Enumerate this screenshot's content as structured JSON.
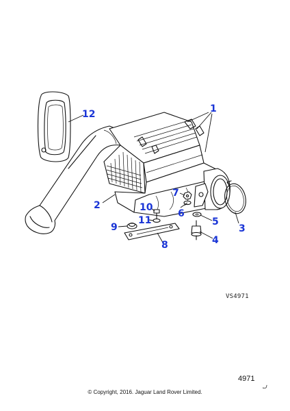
{
  "diagram": {
    "callouts": [
      "1",
      "2",
      "3",
      "4",
      "5",
      "6",
      "7",
      "8",
      "9",
      "10",
      "11",
      "12"
    ],
    "reference_code": "VS4971",
    "page_number": "4971"
  },
  "footer": {
    "copyright": "© Copyright, 2016. Jaguar Land Rover Limited."
  },
  "colors": {
    "callout": "#1a35d6",
    "line_art": "#111111",
    "background": "#ffffff"
  }
}
